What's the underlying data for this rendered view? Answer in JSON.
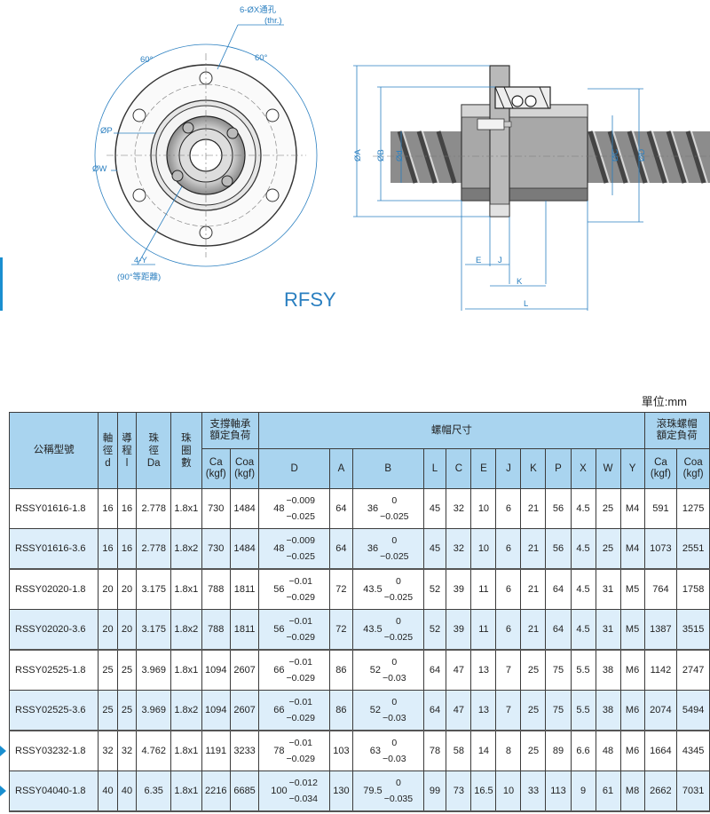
{
  "drawing": {
    "hole_callout": "6-ØX通孔",
    "hole_callout_sub": "(thr.)",
    "angle_left": "60°",
    "angle_right": "60°",
    "dim_P": "ØP",
    "dim_W": "ØW",
    "tap_callout": "4-Y",
    "tap_callout_sub": "(90°等距離)",
    "dim_A": "ØA",
    "dim_B": "ØB",
    "dim_d": "Ød",
    "dim_C": "ØC",
    "dim_D": "ØD",
    "dim_E": "E",
    "dim_J": "J",
    "dim_K": "K",
    "dim_L": "L",
    "model_title": "RFSY"
  },
  "unit_label": "單位:mm",
  "table": {
    "head": {
      "model": "公稱型號",
      "shaft_dia": [
        "軸",
        "徑",
        "d"
      ],
      "lead": [
        "導",
        "程",
        "l"
      ],
      "ball_dia": [
        "珠",
        "徑",
        "Da"
      ],
      "circuits": [
        "珠",
        "圈",
        "數"
      ],
      "support_load": "支撐軸承\n額定負荷",
      "nut_dims": "螺帽尺寸",
      "nut_load": "滾珠螺帽\n額定負荷",
      "ca": "Ca\n(kgf)",
      "coa": "Coa\n(kgf)",
      "cols": [
        "D",
        "A",
        "B",
        "L",
        "C",
        "E",
        "J",
        "K",
        "P",
        "X",
        "W",
        "Y"
      ],
      "ca2": "Ca\n(kgf)",
      "coa2": "Coa\n(kgf)"
    },
    "rows": [
      {
        "model": "RSSY01616-1.8",
        "d": "16",
        "l": "16",
        "da": "2.778",
        "circ": "1.8x1",
        "ca": "730",
        "coa": "1484",
        "D": "48",
        "D_up": "−0.009",
        "D_lo": "−0.025",
        "A": "64",
        "B": "36",
        "B_up": "0",
        "B_lo": "−0.025",
        "L": "45",
        "C": "32",
        "E": "10",
        "J": "6",
        "K": "21",
        "P": "56",
        "X": "4.5",
        "W": "25",
        "Y": "M4",
        "nca": "591",
        "ncoa": "1275",
        "marked": false
      },
      {
        "model": "RSSY01616-3.6",
        "d": "16",
        "l": "16",
        "da": "2.778",
        "circ": "1.8x2",
        "ca": "730",
        "coa": "1484",
        "D": "48",
        "D_up": "−0.009",
        "D_lo": "−0.025",
        "A": "64",
        "B": "36",
        "B_up": "0",
        "B_lo": "−0.025",
        "L": "45",
        "C": "32",
        "E": "10",
        "J": "6",
        "K": "21",
        "P": "56",
        "X": "4.5",
        "W": "25",
        "Y": "M4",
        "nca": "1073",
        "ncoa": "2551",
        "marked": false
      },
      {
        "model": "RSSY02020-1.8",
        "d": "20",
        "l": "20",
        "da": "3.175",
        "circ": "1.8x1",
        "ca": "788",
        "coa": "1811",
        "D": "56",
        "D_up": "−0.01",
        "D_lo": "−0.029",
        "A": "72",
        "B": "43.5",
        "B_up": "0",
        "B_lo": "−0.025",
        "L": "52",
        "C": "39",
        "E": "11",
        "J": "6",
        "K": "21",
        "P": "64",
        "X": "4.5",
        "W": "31",
        "Y": "M5",
        "nca": "764",
        "ncoa": "1758",
        "marked": false
      },
      {
        "model": "RSSY02020-3.6",
        "d": "20",
        "l": "20",
        "da": "3.175",
        "circ": "1.8x2",
        "ca": "788",
        "coa": "1811",
        "D": "56",
        "D_up": "−0.01",
        "D_lo": "−0.029",
        "A": "72",
        "B": "43.5",
        "B_up": "0",
        "B_lo": "−0.025",
        "L": "52",
        "C": "39",
        "E": "11",
        "J": "6",
        "K": "21",
        "P": "64",
        "X": "4.5",
        "W": "31",
        "Y": "M5",
        "nca": "1387",
        "ncoa": "3515",
        "marked": false
      },
      {
        "model": "RSSY02525-1.8",
        "d": "25",
        "l": "25",
        "da": "3.969",
        "circ": "1.8x1",
        "ca": "1094",
        "coa": "2607",
        "D": "66",
        "D_up": "−0.01",
        "D_lo": "−0.029",
        "A": "86",
        "B": "52",
        "B_up": "0",
        "B_lo": "−0.03",
        "L": "64",
        "C": "47",
        "E": "13",
        "J": "7",
        "K": "25",
        "P": "75",
        "X": "5.5",
        "W": "38",
        "Y": "M6",
        "nca": "1142",
        "ncoa": "2747",
        "marked": false
      },
      {
        "model": "RSSY02525-3.6",
        "d": "25",
        "l": "25",
        "da": "3.969",
        "circ": "1.8x2",
        "ca": "1094",
        "coa": "2607",
        "D": "66",
        "D_up": "−0.01",
        "D_lo": "−0.029",
        "A": "86",
        "B": "52",
        "B_up": "0",
        "B_lo": "−0.03",
        "L": "64",
        "C": "47",
        "E": "13",
        "J": "7",
        "K": "25",
        "P": "75",
        "X": "5.5",
        "W": "38",
        "Y": "M6",
        "nca": "2074",
        "ncoa": "5494",
        "marked": false
      },
      {
        "model": "RSSY03232-1.8",
        "d": "32",
        "l": "32",
        "da": "4.762",
        "circ": "1.8x1",
        "ca": "1191",
        "coa": "3233",
        "D": "78",
        "D_up": "−0.01",
        "D_lo": "−0.029",
        "A": "103",
        "B": "63",
        "B_up": "0",
        "B_lo": "−0.03",
        "L": "78",
        "C": "58",
        "E": "14",
        "J": "8",
        "K": "25",
        "P": "89",
        "X": "6.6",
        "W": "48",
        "Y": "M6",
        "nca": "1664",
        "ncoa": "4345",
        "marked": true
      },
      {
        "model": "RSSY04040-1.8",
        "d": "40",
        "l": "40",
        "da": "6.35",
        "circ": "1.8x1",
        "ca": "2216",
        "coa": "6685",
        "D": "100",
        "D_up": "−0.012",
        "D_lo": "−0.034",
        "A": "130",
        "B": "79.5",
        "B_up": "0",
        "B_lo": "−0.035",
        "L": "99",
        "C": "73",
        "E": "16.5",
        "J": "10",
        "K": "33",
        "P": "113",
        "X": "9",
        "W": "61",
        "Y": "M8",
        "nca": "2662",
        "ncoa": "7031",
        "marked": true
      }
    ]
  },
  "colors": {
    "accent": "#1a8fd0",
    "header_bg": "#a9d4ef",
    "row_alt_bg": "#ddeefa",
    "dim_line": "#2a7fc0"
  }
}
